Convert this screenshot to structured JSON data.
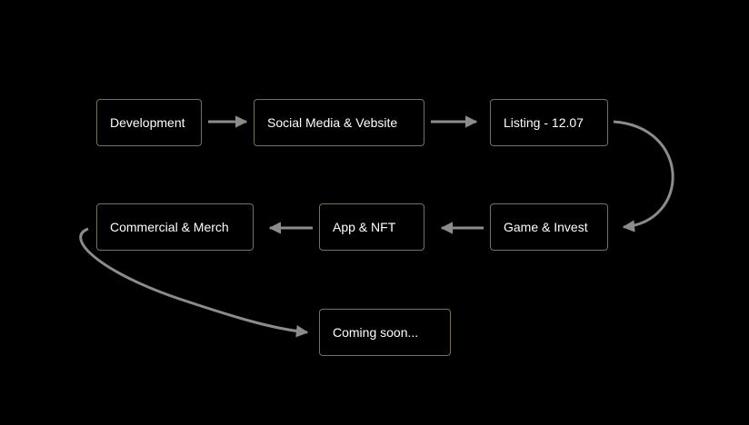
{
  "diagram": {
    "nodes": [
      {
        "id": "n1",
        "label": "Development"
      },
      {
        "id": "n2",
        "label": "Social Media & Vebsite"
      },
      {
        "id": "n3",
        "label": "Listing - 12.07"
      },
      {
        "id": "n4",
        "label": "Game & Invest"
      },
      {
        "id": "n5",
        "label": "App & NFT"
      },
      {
        "id": "n6",
        "label": "Commercial & Merch"
      },
      {
        "id": "n7",
        "label": "Coming soon..."
      }
    ],
    "edges": [
      {
        "from": "n1",
        "to": "n2"
      },
      {
        "from": "n2",
        "to": "n3"
      },
      {
        "from": "n3",
        "to": "n4"
      },
      {
        "from": "n4",
        "to": "n5"
      },
      {
        "from": "n5",
        "to": "n6"
      },
      {
        "from": "n6",
        "to": "n7"
      }
    ],
    "colors": {
      "background": "#000000",
      "node_border": "#7a6e5d",
      "node_text": "#ffffff",
      "edge": "#8c8c8c"
    }
  }
}
